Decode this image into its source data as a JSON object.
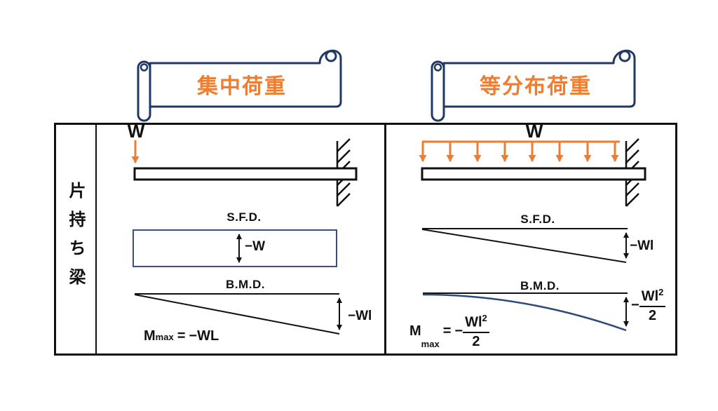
{
  "colors": {
    "accent_orange": "#ED7D31",
    "navy": "#1F3864",
    "sfd_box_navy": "#3A5080",
    "curve_navy": "#2E4B7A",
    "ink": "#111111"
  },
  "banners": {
    "concentrated": "集中荷重",
    "distributed": "等分布荷重"
  },
  "row_header": "片持ち梁",
  "panels": {
    "left": {
      "load_label": "W",
      "sfd_title": "S.F.D.",
      "sfd_value": "−W",
      "bmd_title": "B.M.D.",
      "bmd_value": "−Wl",
      "mmax": {
        "m": "M",
        "sub": "max",
        "eq": "=",
        "value": "−WL"
      }
    },
    "right": {
      "load_label": "W",
      "sfd_title": "S.F.D.",
      "sfd_value": "−Wl",
      "bmd_title": "B.M.D.",
      "bmd_value": {
        "minus": "−",
        "num": "Wl",
        "sup": "2",
        "den": "2"
      },
      "mmax": {
        "m": "M",
        "sub": "max",
        "eq": "=",
        "minus": "−",
        "num": "Wl",
        "sup": "2",
        "den": "2"
      }
    }
  }
}
